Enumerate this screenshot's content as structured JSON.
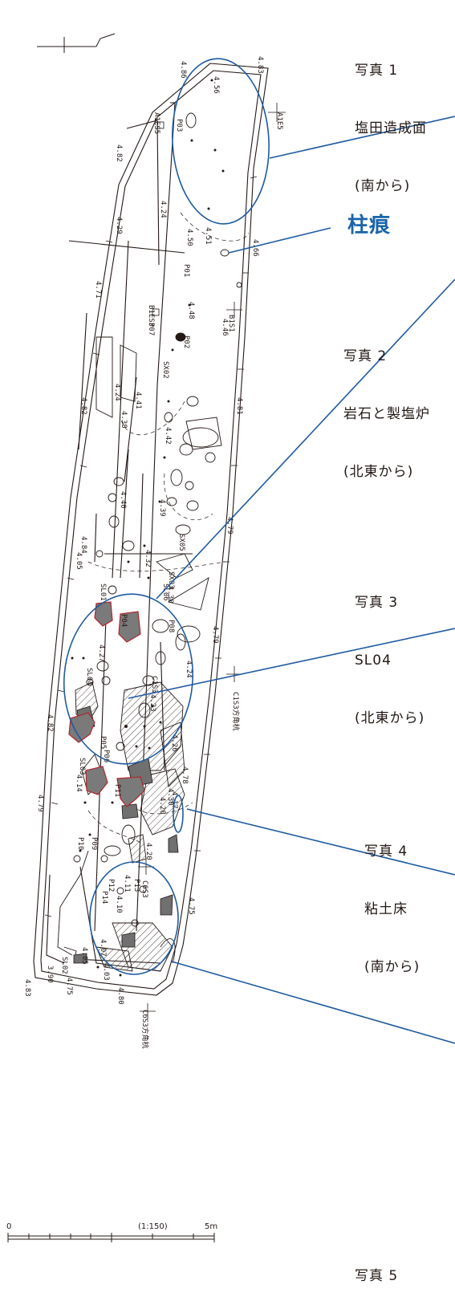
{
  "captions": [
    {
      "title": "写真 1",
      "subject": "塩田造成面",
      "direction": "(南から)"
    },
    {
      "title": "写真 2",
      "subject": "岩石と製塩炉",
      "direction": "(北東から)"
    },
    {
      "title": "写真 3",
      "subject": "SL04",
      "direction": "(北東から)"
    },
    {
      "title": "写真 4",
      "subject": "粘土床",
      "direction": "(南から)"
    },
    {
      "title": "写真 5"
    }
  ],
  "callout": "柱痕",
  "colors": {
    "circle": "#1f5aa0",
    "line": "#231815",
    "furnace": "#b0282e",
    "fill": "#707070"
  },
  "scale": {
    "zero": "0",
    "ratio": "(1:150)",
    "max": "5m"
  },
  "plan_labels": {
    "elevations": [
      "4.83",
      "4.86",
      "4.56",
      "4.82",
      "4.24",
      "4.29",
      "4.51",
      "4.66",
      "4.71",
      "4.48",
      "4.46",
      "4.81",
      "4.24",
      "4.41",
      "4.82",
      "4.38",
      "4.42",
      "4.39",
      "4.79",
      "4.84",
      "4.05",
      "4.32",
      "4.30",
      "4.27",
      "4.79",
      "4.24",
      "4.23",
      "4.82",
      "4.26",
      "4.78",
      "4.17",
      "4.20",
      "4.79",
      "4.14",
      "4.11",
      "4.75",
      "4.10",
      "4.07",
      "4.05",
      "3.90",
      "4.83",
      "4.03",
      "4.75",
      "4.80",
      "4.50",
      "4.40",
      "4.30",
      "4.20"
    ],
    "features": [
      "P03",
      "P01",
      "P02",
      "P07",
      "SX02",
      "SX05",
      "SX03",
      "SL06",
      "SL01",
      "P04",
      "P08",
      "SL04",
      "P05",
      "P06",
      "SL03",
      "P11",
      "P10",
      "P09",
      "P12",
      "P13",
      "P14",
      "SL02"
    ],
    "grid": [
      "A1ES5",
      "A1E5",
      "B1ES3",
      "B1S1",
      "C1S3",
      "C1S3方角杭",
      "C6S3",
      "C6S3方角杭"
    ]
  }
}
